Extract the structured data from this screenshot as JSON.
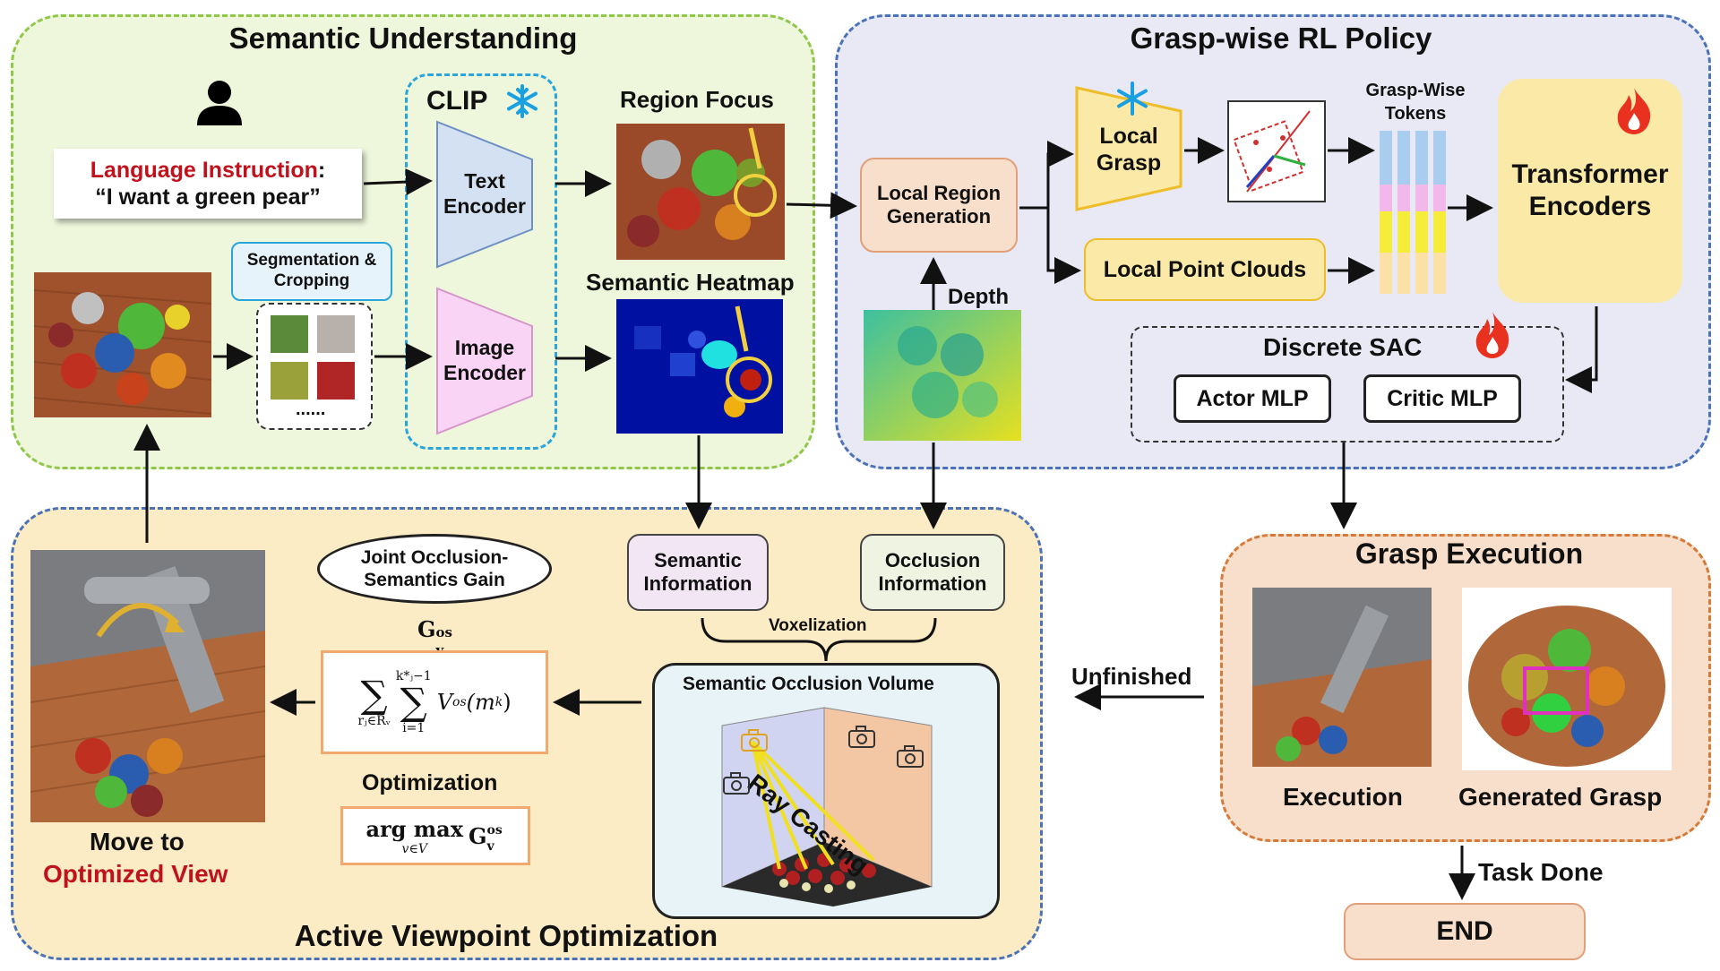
{
  "panels": {
    "semantic_understanding": "Semantic Understanding",
    "grasp_policy": "Grasp-wise RL Policy",
    "active_viewpoint": "Active Viewpoint Optimization",
    "grasp_execution": "Grasp Execution"
  },
  "semantic": {
    "language_instruction_label": "Language Instruction",
    "language_colon": ":",
    "instruction_text": "“I want a green pear”",
    "clip": "CLIP",
    "text_encoder": "Text Encoder",
    "image_encoder": "Image Encoder",
    "segmentation": "Segmentation & Cropping",
    "ellipsis": "......",
    "region_focus": "Region Focus",
    "semantic_heatmap": "Semantic Heatmap"
  },
  "policy": {
    "local_region": "Local Region Generation",
    "depth": "Depth",
    "local_grasp": "Local Grasp",
    "local_point_clouds": "Local Point Clouds",
    "grasp_tokens": "Grasp-Wise Tokens",
    "transformer": "Transformer Encoders",
    "discrete_sac": "Discrete SAC",
    "actor_mlp": "Actor MLP",
    "critic_mlp": "Critic MLP"
  },
  "active": {
    "semantic_info": "Semantic Information",
    "occlusion_info": "Occlusion Information",
    "voxelization": "Voxelization",
    "volume_title": "Semantic Occlusion Volume",
    "ray_casting": "Ray Casting",
    "joint_gain": "Joint Occlusion-Semantics Gain",
    "gain_symbol": "G",
    "gain_sub": "v",
    "gain_sup": "os",
    "formula_vos": "V",
    "formula_vos_sub": "os",
    "formula_arg": "(m",
    "formula_arg_sub": "k",
    "formula_close": ")",
    "sum_outer_sub": "rⱼ∈Rᵥ",
    "sum_inner_sub": "i=1",
    "sum_inner_sup": "k*ⱼ−1",
    "optimization": "Optimization",
    "argmax": "arg max",
    "argmax_sub": "v∈V",
    "move_to": "Move to",
    "optimized_view": "Optimized View"
  },
  "execution": {
    "execution": "Execution",
    "generated_grasp": "Generated Grasp",
    "unfinished": "Unfinished",
    "task_done": "Task Done",
    "end": "END"
  },
  "icons": [
    "person-icon",
    "snowflake-icon",
    "flame-icon",
    "camera-icon",
    "curved-arrow-icon"
  ],
  "colors": {
    "green_dash": "#8fc74a",
    "blue_dash": "#4a72b8",
    "orange_dash": "#d57b3a",
    "instruction_red": "#c0121c",
    "optimized_red": "#c0121c",
    "snowflake": "#1aa0e0",
    "flame": "#e8321f"
  }
}
